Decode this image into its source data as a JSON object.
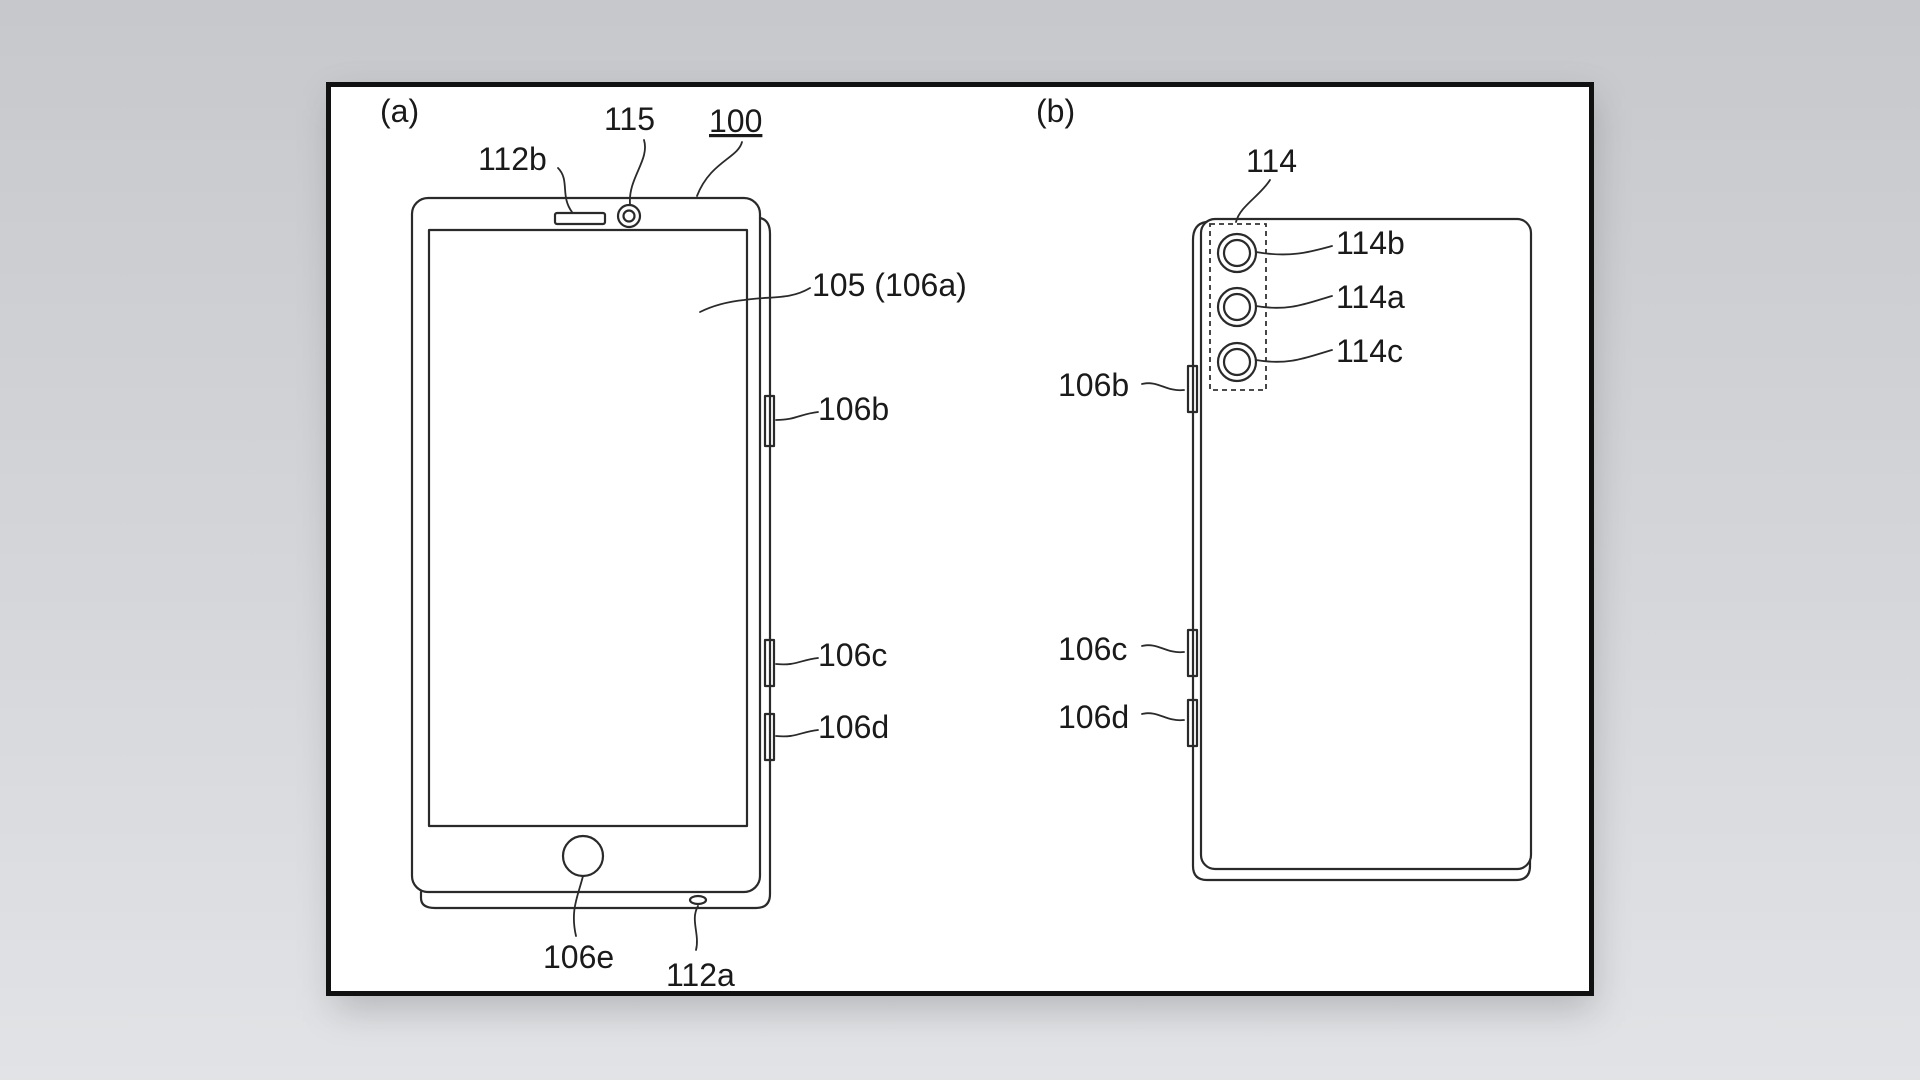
{
  "panels": {
    "a": {
      "label": "(a)"
    },
    "b": {
      "label": "(b)"
    }
  },
  "front_labels": {
    "l_100": "100",
    "l_115": "115",
    "l_112b": "112b",
    "l_105": "105 (106a)",
    "l_106b": "106b",
    "l_106c": "106c",
    "l_106d": "106d",
    "l_106e": "106e",
    "l_112a": "112a"
  },
  "back_labels": {
    "l_114": "114",
    "l_114b": "114b",
    "l_114a": "114a",
    "l_114c": "114c",
    "l_106b": "106b",
    "l_106c": "106c",
    "l_106d": "106d"
  },
  "colors": {
    "line": "#2a2a2a",
    "sheet": "#ffffff",
    "frame": "#111111"
  }
}
